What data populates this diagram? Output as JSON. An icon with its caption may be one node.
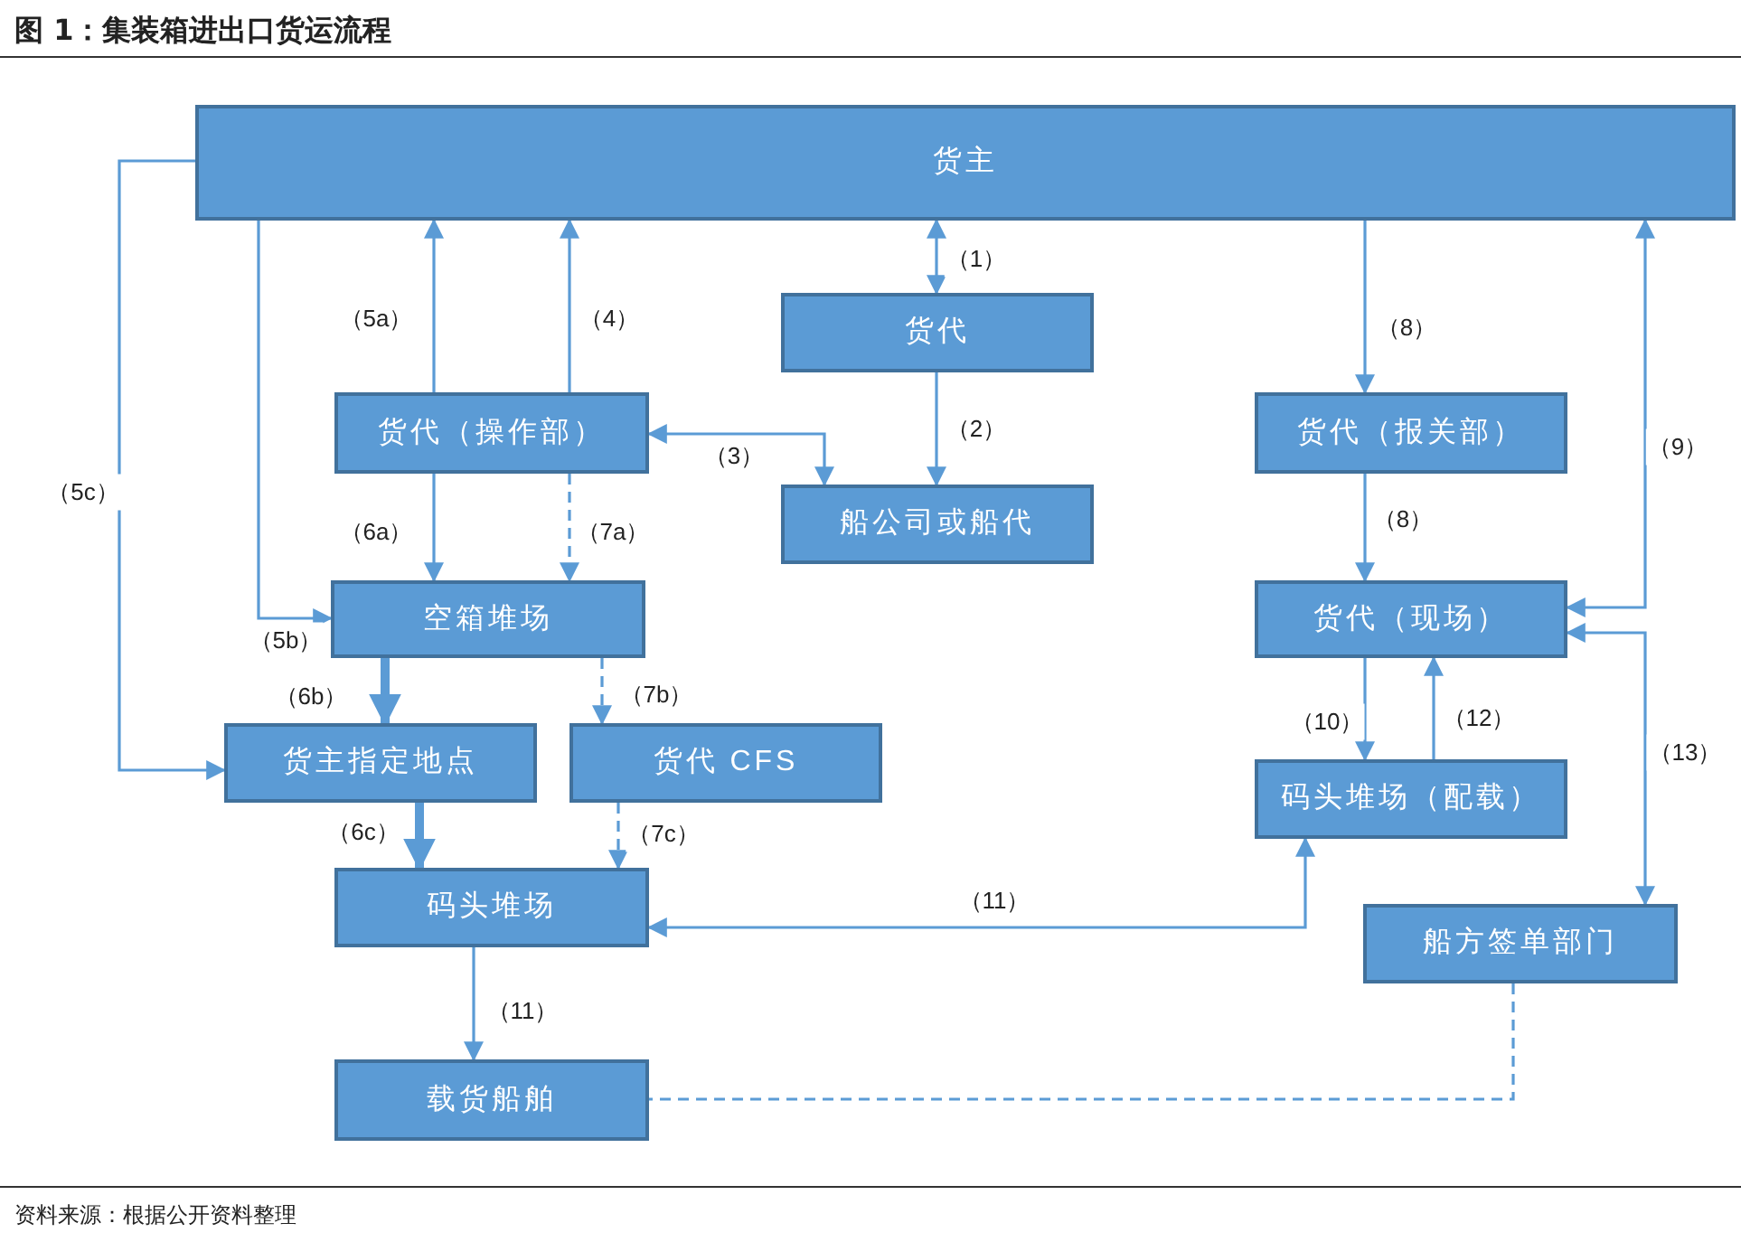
{
  "diagram": {
    "title": "图 1：集装箱进出口货运流程",
    "caption": "资料来源：根据公开资料整理",
    "nodes": [
      {
        "text": [
          "货主"
        ]
      },
      {
        "text": [
          "货代"
        ]
      },
      {
        "text": [
          "船公司或船代"
        ]
      },
      {
        "text": [
          "货代（操作部）"
        ]
      },
      {
        "text": [
          "空箱堆场"
        ]
      },
      {
        "text": [
          "货主指定地点"
        ]
      },
      {
        "text": [
          "货代 CFS"
        ]
      },
      {
        "text": [
          "码头堆场"
        ]
      },
      {
        "text": [
          "载货船舶"
        ]
      },
      {
        "text": [
          "货代（报关部）"
        ]
      },
      {
        "text": [
          "货代（现场）"
        ]
      },
      {
        "text": [
          "码头堆场（配载）"
        ]
      },
      {
        "text": [
          "船方签单部门"
        ]
      }
    ],
    "edges": [
      {
        "from": 0,
        "to": 1,
        "arrow": "both",
        "label": "（1）"
      },
      {
        "from": 1,
        "to": 2,
        "arrow": "to",
        "label": "（2）"
      },
      {
        "from": 3,
        "to": 2,
        "arrow": "both",
        "label": "（3）"
      },
      {
        "from": 3,
        "to": 0,
        "arrow": "to",
        "label": "（4）"
      },
      {
        "from": 3,
        "to": 0,
        "arrow": "to",
        "label": "（5a）"
      },
      {
        "from": 0,
        "to": 4,
        "arrow": "to",
        "label": "（5b）"
      },
      {
        "from": 0,
        "to": 5,
        "arrow": "to",
        "label": "（5c）"
      },
      {
        "from": 3,
        "to": 4,
        "arrow": "to",
        "label": "（6a）"
      },
      {
        "from": 3,
        "to": 4,
        "arrow": "to",
        "label": "（7a）",
        "style": "dashed"
      },
      {
        "from": 4,
        "to": 5,
        "arrow": "to",
        "label": "（6b）",
        "style": "thick"
      },
      {
        "from": 4,
        "to": 6,
        "arrow": "to",
        "label": "（7b）",
        "style": "dashed"
      },
      {
        "from": 5,
        "to": 7,
        "arrow": "to",
        "label": "（6c）",
        "style": "thick"
      },
      {
        "from": 6,
        "to": 7,
        "arrow": "to",
        "label": "（7c）",
        "style": "dashed"
      },
      {
        "from": 7,
        "to": 8,
        "arrow": "to",
        "label": "（11）"
      },
      {
        "from": 7,
        "to": 11,
        "arrow": "both",
        "label": "（11）"
      },
      {
        "from": 0,
        "to": 9,
        "arrow": "to",
        "label": "（8）"
      },
      {
        "from": 9,
        "to": 10,
        "arrow": "to",
        "label": "（8）"
      },
      {
        "from": 10,
        "to": 0,
        "arrow": "both",
        "label": "（9）"
      },
      {
        "from": 10,
        "to": 11,
        "arrow": "to",
        "label": "（10）"
      },
      {
        "from": 11,
        "to": 10,
        "arrow": "to",
        "label": "（12）"
      },
      {
        "from": 10,
        "to": 12,
        "arrow": "both",
        "label": "（13）"
      },
      {
        "from": 12,
        "to": 8,
        "arrow": "none",
        "style": "dashed"
      }
    ]
  }
}
